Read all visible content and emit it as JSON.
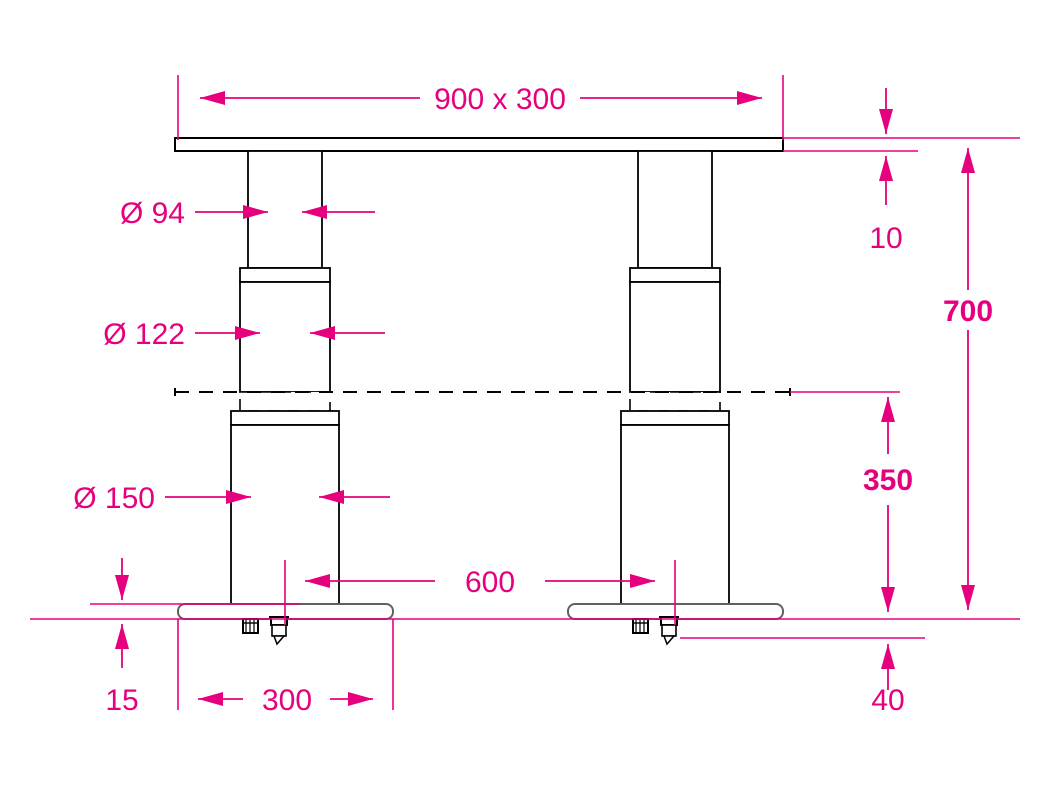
{
  "drawing": {
    "title": "Telescopic table base elevation drawing",
    "units": "mm",
    "colors": {
      "dimension": "#E6007E",
      "outline": "#000000",
      "plate_outline": "#606060"
    },
    "dimensions": {
      "tabletop": {
        "label": "900 x 300",
        "value": "900 x 300",
        "bold": false
      },
      "upper_tube_dia": {
        "label": "Ø 94",
        "value": "94",
        "bold": false
      },
      "mid_tube_dia": {
        "label": "Ø 122",
        "value": "122",
        "bold": false
      },
      "lower_tube_dia": {
        "label": "Ø 150",
        "value": "150",
        "bold": false
      },
      "column_spacing": {
        "label": "600",
        "value": "600",
        "bold": false
      },
      "base_plate_width": {
        "label": "300",
        "value": "300",
        "bold": false
      },
      "base_plate_thickness": {
        "label": "15",
        "value": "15",
        "bold": false
      },
      "tabletop_thickness": {
        "label": "10",
        "value": "10",
        "bold": false
      },
      "total_height": {
        "label": "700",
        "value": "700",
        "bold": true
      },
      "lowered_height": {
        "label": "350",
        "value": "350",
        "bold": true
      },
      "foot_adjust": {
        "label": "40",
        "value": "40",
        "bold": false
      }
    },
    "components": {
      "tabletop": "tabletop-slab",
      "left_column": "left-telescopic-column",
      "right_column": "right-telescopic-column",
      "left_base_plate": "left-base-plate",
      "right_base_plate": "right-base-plate",
      "stroke_limit_line": "dashed-stroke-limit-line",
      "hardware_left": "levelling-foot-hardware",
      "hardware_right": "levelling-foot-hardware"
    }
  }
}
